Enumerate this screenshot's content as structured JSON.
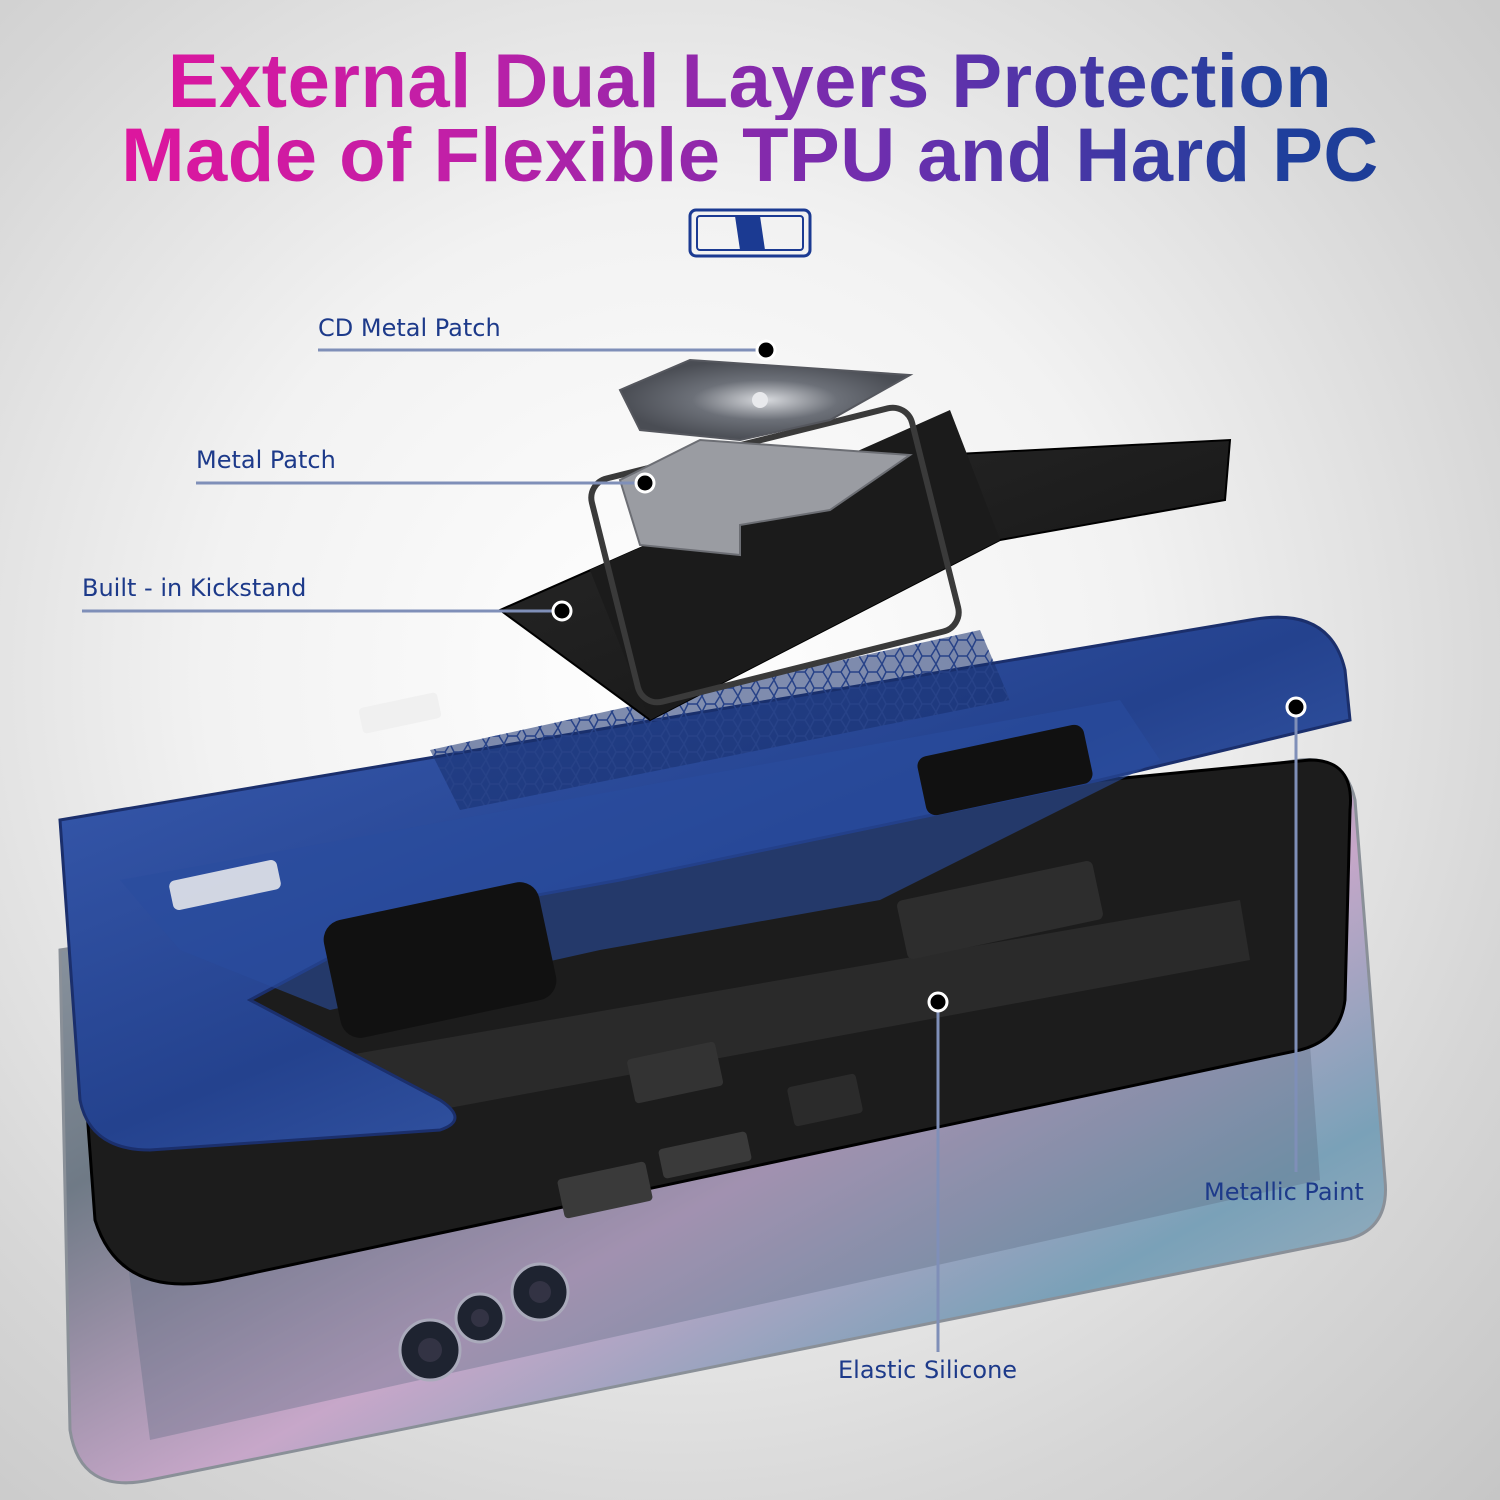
{
  "headline": {
    "line1": "External Dual Layers Protection",
    "line2": "Made of Flexible TPU and Hard PC"
  },
  "labels": {
    "cd_metal_patch": "CD Metal Patch",
    "metal_patch": "Metal Patch",
    "kickstand": "Built - in Kickstand",
    "metallic_paint": "Metallic  Paint",
    "elastic_silicone": "Elastic  Silicone"
  },
  "colors": {
    "headline_start": "#e8129a",
    "headline_end": "#1b3a92",
    "label_text": "#1d3a8a",
    "case_blue": "#2b4a9a",
    "tpu_black": "#1c1c1c"
  }
}
